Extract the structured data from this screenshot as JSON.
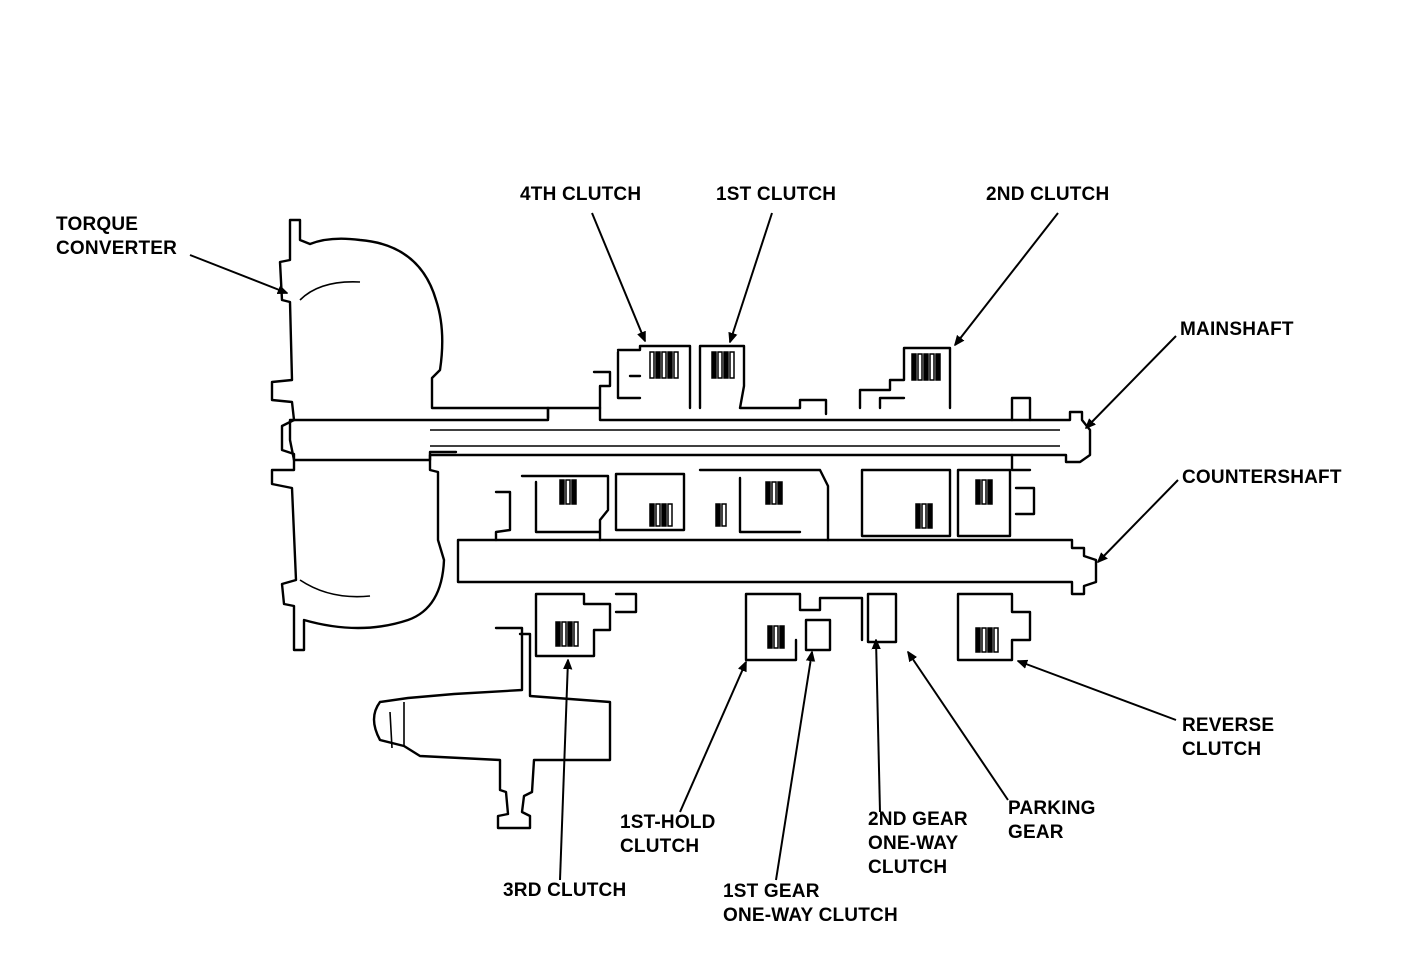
{
  "diagram": {
    "labels": {
      "torque_converter": [
        "TORQUE",
        "CONVERTER"
      ],
      "fourth_clutch": [
        "4TH CLUTCH"
      ],
      "first_clutch": [
        "1ST CLUTCH"
      ],
      "second_clutch": [
        "2ND CLUTCH"
      ],
      "mainshaft": [
        "MAINSHAFT"
      ],
      "countershaft": [
        "COUNTERSHAFT"
      ],
      "reverse_clutch": [
        "REVERSE",
        "CLUTCH"
      ],
      "parking_gear": [
        "PARKING",
        "GEAR"
      ],
      "second_gear_one_way_clutch": [
        "2ND GEAR",
        "ONE-WAY",
        "CLUTCH"
      ],
      "first_hold_clutch": [
        "1ST-HOLD",
        "CLUTCH"
      ],
      "third_clutch": [
        "3RD CLUTCH"
      ],
      "first_gear_one_way_clutch": [
        "1ST GEAR",
        "ONE-WAY CLUTCH"
      ]
    }
  }
}
